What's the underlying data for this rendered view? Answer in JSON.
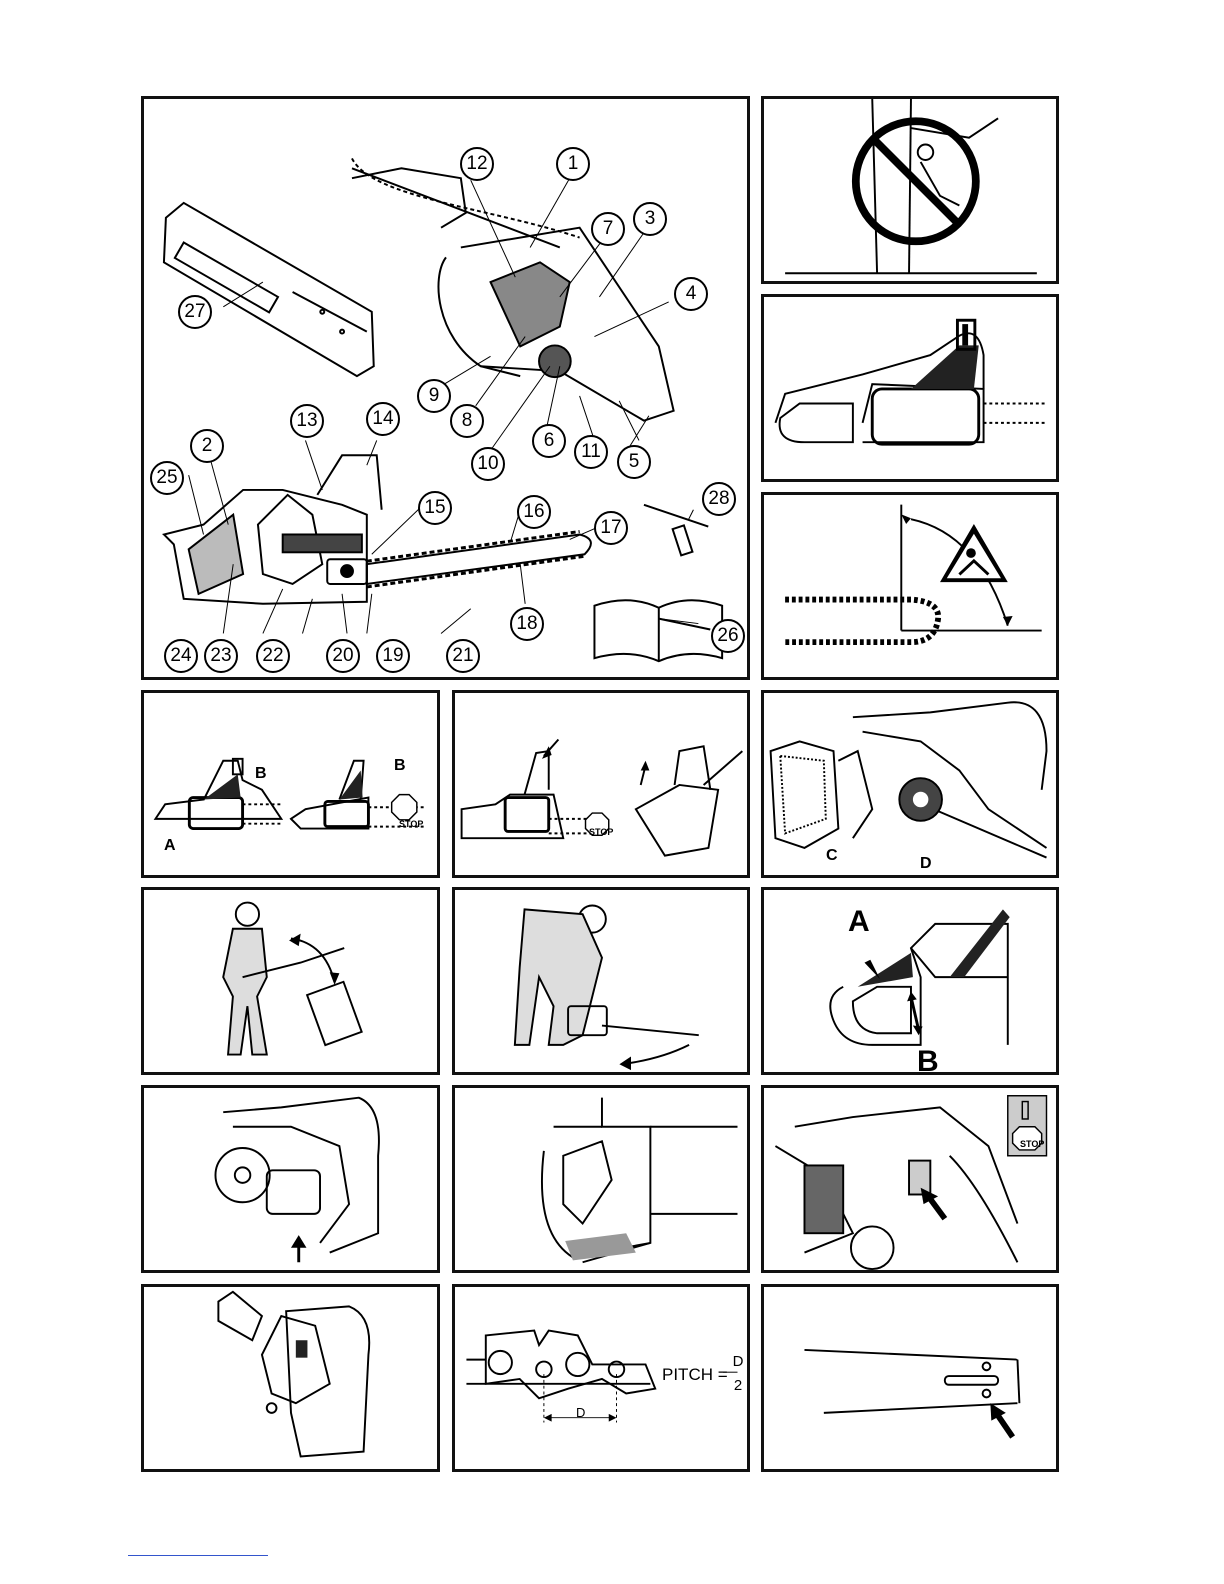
{
  "overview": {
    "callouts": [
      "1",
      "2",
      "3",
      "4",
      "5",
      "6",
      "7",
      "8",
      "9",
      "10",
      "11",
      "12",
      "13",
      "14",
      "15",
      "16",
      "17",
      "18",
      "19",
      "20",
      "21",
      "22",
      "23",
      "24",
      "25",
      "26",
      "27",
      "28"
    ]
  },
  "chain_brake_panel": {
    "label_a": "A",
    "label_b": "B",
    "stop_text": "STOP"
  },
  "brake_test_panel": {
    "stop_text": "STOP"
  },
  "clutch_panel": {
    "label_c": "C",
    "label_d": "D"
  },
  "handguard_panel": {
    "label_a": "A",
    "label_b": "B"
  },
  "switch_panel": {
    "on_symbol": "I",
    "stop_text": "STOP"
  },
  "pitch_panel": {
    "pitch_label": "PITCH =",
    "numerator": "D",
    "denominator": "2",
    "dim_label": "D"
  },
  "icons": [
    "no-climbing-icon",
    "kickback-warning-icon",
    "manual-book-icon",
    "arrow-icon",
    "stop-sign-icon"
  ]
}
